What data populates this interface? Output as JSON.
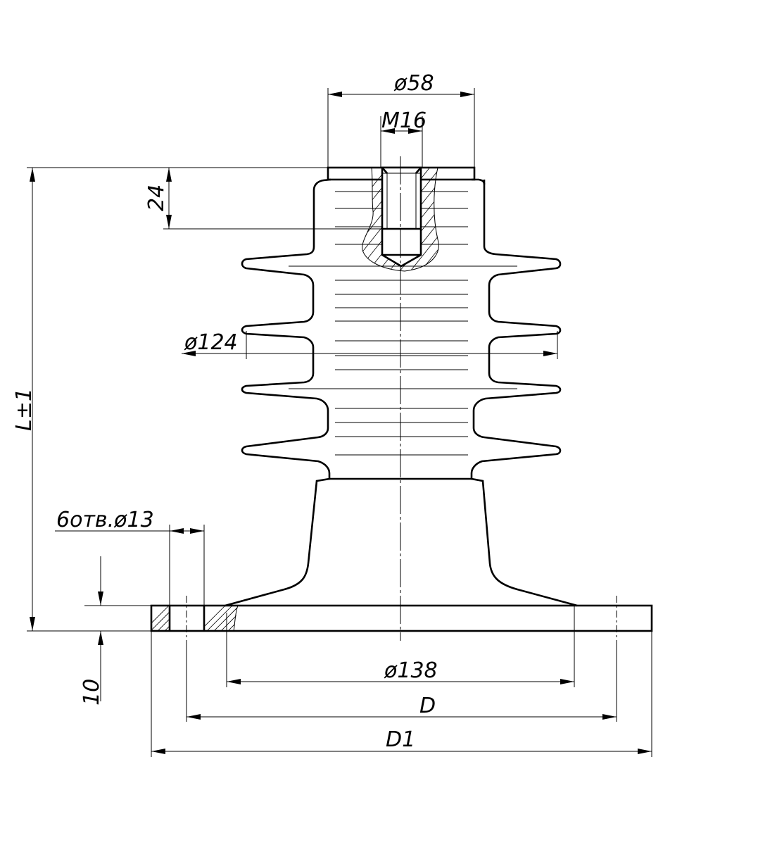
{
  "drawing": {
    "dimensions": {
      "top_diameter": "ø58",
      "thread": "M16",
      "thread_depth": "24",
      "shed_diameter": "ø124",
      "height": "L±1",
      "holes": "6отв.ø13",
      "flange_thickness": "10",
      "base_diameter": "ø138",
      "bolt_circle": "D",
      "flange_diameter": "D1"
    },
    "colors": {
      "line": "#000000",
      "background": "#ffffff"
    }
  }
}
